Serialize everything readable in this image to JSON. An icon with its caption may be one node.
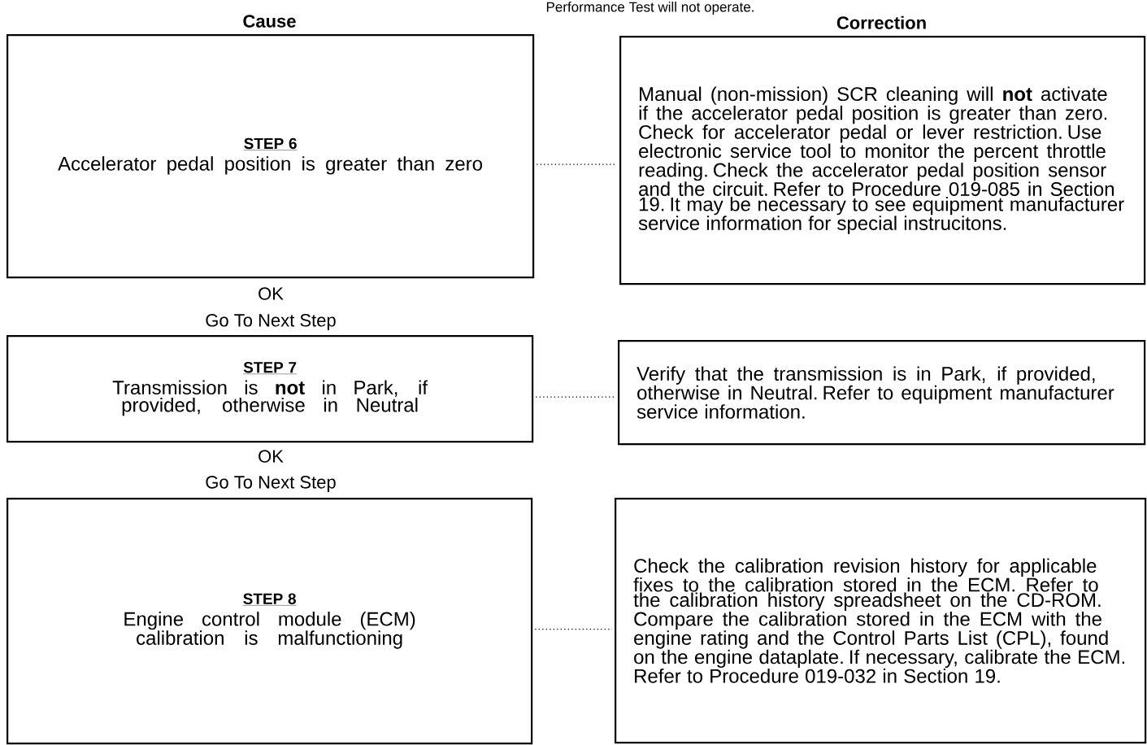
{
  "diagram": {
    "nodes": [
      {
        "text": [
          "STEP 6",
          "Accelerator pedal position is greater than zero"
        ],
        "beside": [
          "Cause"
        ]
      },
      {
        "text": [
          "Manual (non-mission) SCR cleaning will **not** activate if the accelerator pedal position is greater than zero. Check for accelerator pedal or lever restriction. Use electronic service tool to monitor the percent throttle reading. Check the accelerator pedal position sensor and the circuit. Refer to Procedure 019-085 in Section 19. It may be necessary to see equipment manufacturer service information for special instrucitons."
        ],
        "beside": [
          "Correction"
        ]
      },
      {
        "text": [
          "STEP 7",
          "Transmission is **not** in Park, if provided, otherwise in Neutral"
        ]
      },
      {
        "text": [
          "Verify that the transmission is in Park, if provided, otherwise in Neutral. Refer to equipment manufacturer service information."
        ]
      },
      {
        "text": [
          "STEP 8",
          "Engine control module (ECM) calibration is malfunctioning"
        ]
      },
      {
        "text": [
          "Check the calibration revision history for applicable fixes to the calibration stored in the ECM. Refer to the calibration history spreadsheet on the CD-ROM. Compare the calibration stored in the ECM with the engine rating and the Control Parts List (CPL), found on the engine dataplate. If necessary, calibrate the ECM. Refer to Procedure 019-032 in Section 19."
        ]
      }
    ],
    "edges": [
      {
        "from": 0,
        "to": 1,
        "arrow": "none",
        "style": "dashed"
      },
      {
        "from": 2,
        "to": 3,
        "arrow": "none",
        "style": "dashed"
      },
      {
        "from": 4,
        "to": 5,
        "arrow": "none",
        "style": "dashed"
      }
    ],
    "labels": [
      "Performance Test will not operate.",
      "OK",
      "Go To Next Step",
      "OK",
      "Go To Next Step"
    ]
  }
}
